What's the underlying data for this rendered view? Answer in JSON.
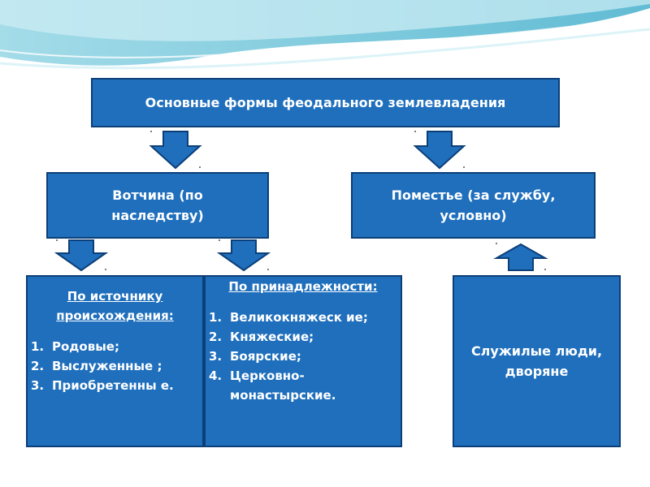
{
  "title": "Основные формы феодального землевладения",
  "votchina": "Вотчина (по наследству)",
  "pomestie": "Поместье (за службу, условно)",
  "origin": {
    "heading": "По источнику происхождения:",
    "items": [
      {
        "num": "1.",
        "text": "Родовые;"
      },
      {
        "num": "2.",
        "text": "Выслуженные ;"
      },
      {
        "num": "3.",
        "text": "Приобретенны е."
      }
    ]
  },
  "ownership": {
    "heading": "По принадлежности:",
    "items": [
      {
        "num": "1.",
        "text": "Великокняжеск ие;"
      },
      {
        "num": "2.",
        "text": "Княжеские;"
      },
      {
        "num": "3.",
        "text": "Боярские;"
      },
      {
        "num": "4.",
        "text": "Церковно-монастырские."
      }
    ]
  },
  "servicemen": "Служилые люди, дворяне",
  "colors": {
    "box_fill": "#1f6fbd",
    "box_border": "#0c3f78",
    "wave": "#6cc6d9"
  }
}
